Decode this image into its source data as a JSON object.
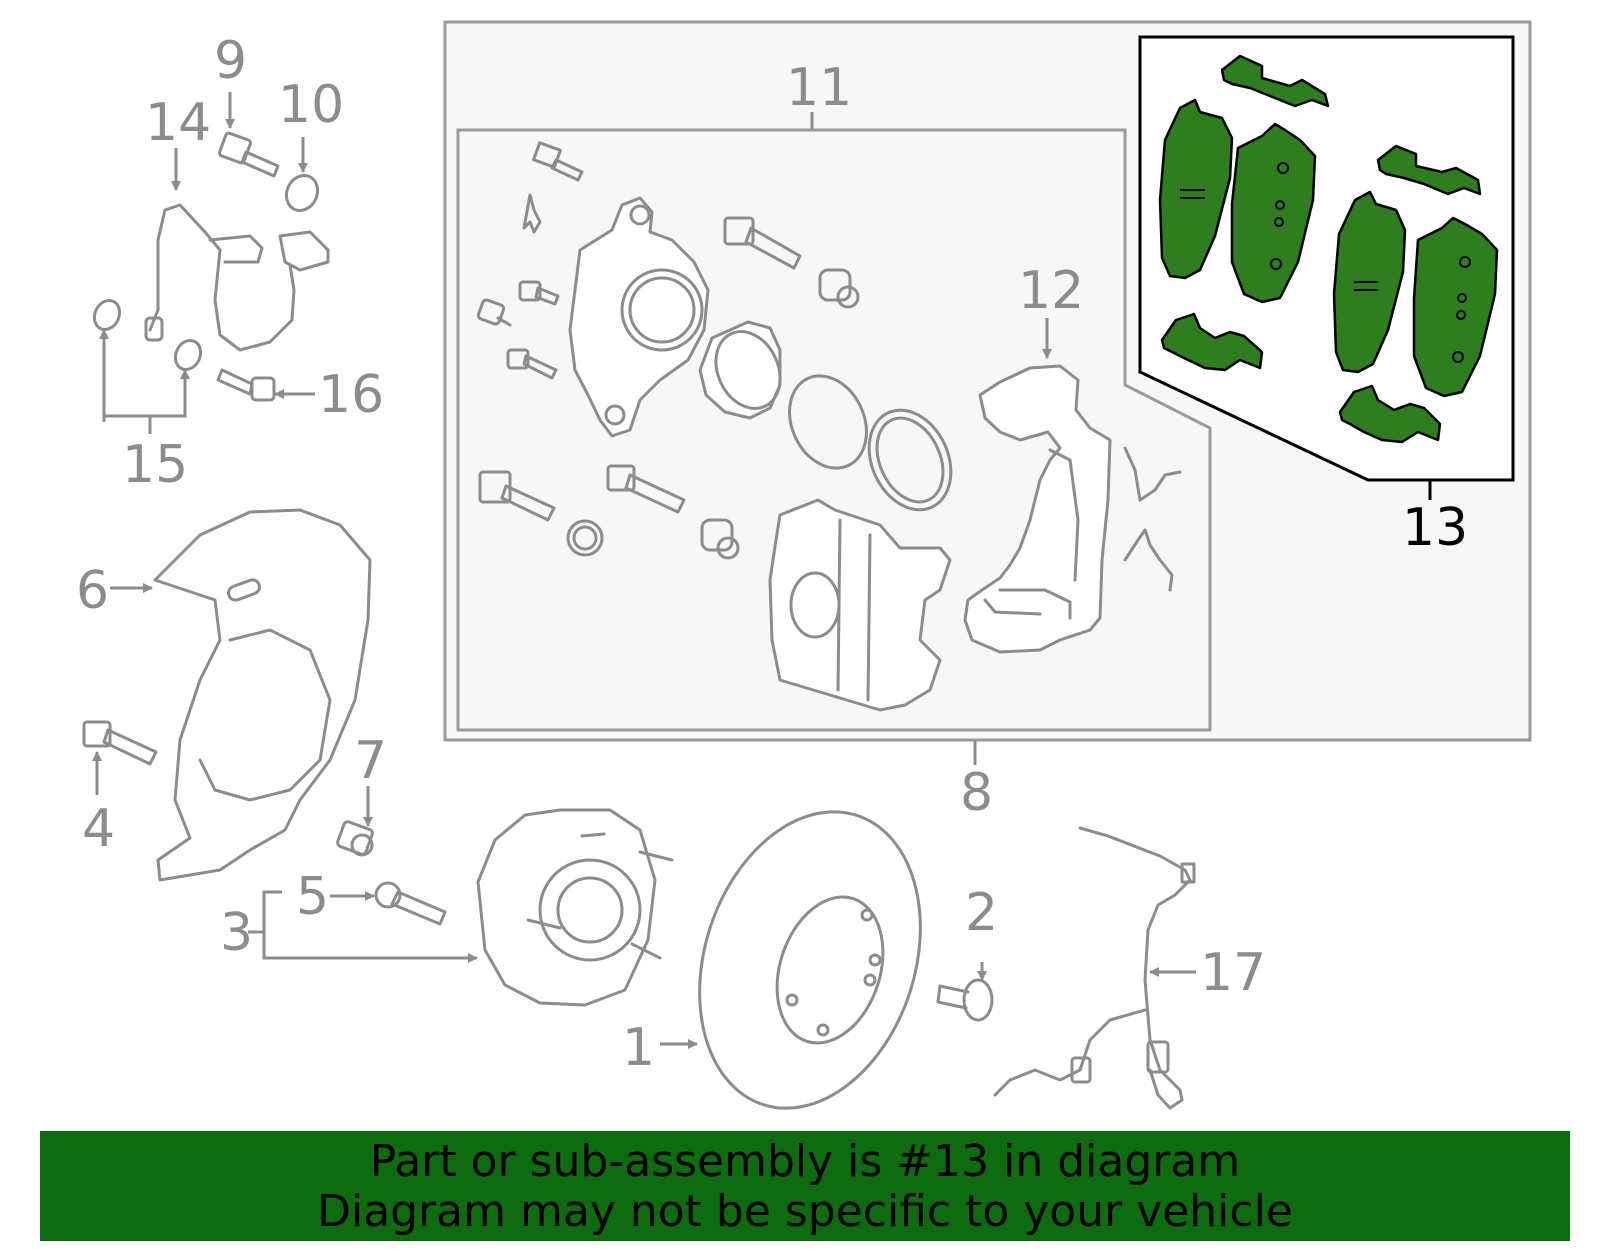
{
  "callouts": {
    "c1": "1",
    "c2": "2",
    "c3": "3",
    "c4": "4",
    "c5": "5",
    "c6": "6",
    "c7": "7",
    "c8": "8",
    "c9": "9",
    "c10": "10",
    "c11": "11",
    "c12": "12",
    "c13": "13",
    "c14": "14",
    "c15": "15",
    "c16": "16",
    "c17": "17"
  },
  "highlight": {
    "part": "13",
    "color": "#2e7d1e"
  },
  "banner": {
    "line1": "Part or sub-assembly is #13 in diagram",
    "line2": "Diagram may not be specific to your vehicle",
    "color": "#0f6b0f"
  }
}
